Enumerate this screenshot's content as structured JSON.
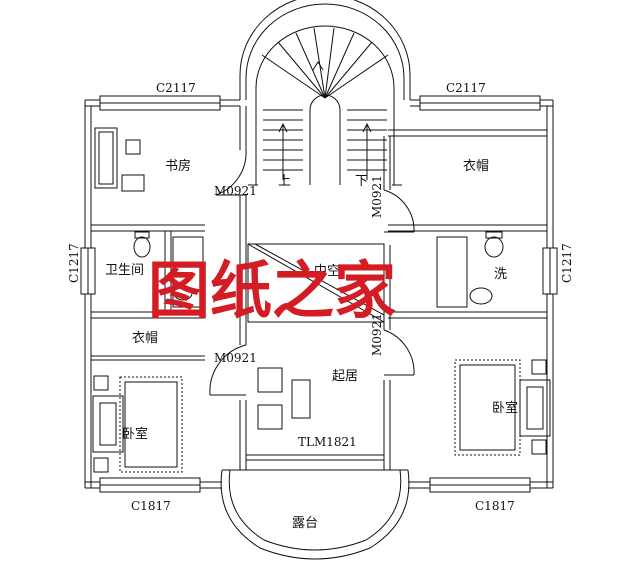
{
  "window_codes": {
    "c2117_left": "C2117",
    "c2117_right": "C2117",
    "c1217_left": "C1217",
    "c1217_right": "C1217",
    "c1817_left": "C1817",
    "c1817_right": "C1817"
  },
  "door_codes": {
    "m0921_study": "M0921",
    "m0921_bedroom": "M0921",
    "m0921_right_top": "M0921",
    "m0921_right_mid": "M0921",
    "tlm1821": "TLM1821"
  },
  "rooms": {
    "study": "书房",
    "bathroom": "卫生间",
    "wardrobe_left": "衣帽",
    "wardrobe_right": "衣帽",
    "bedroom_left": "卧室",
    "bedroom_right": "卧室",
    "void": "中空",
    "living": "起居",
    "wash": "洗",
    "balcony": "露台"
  },
  "stairs": {
    "up": "上",
    "down": "下"
  },
  "watermark": "图纸之家",
  "colors": {
    "line": "#111111",
    "watermark": "#d41c25"
  }
}
